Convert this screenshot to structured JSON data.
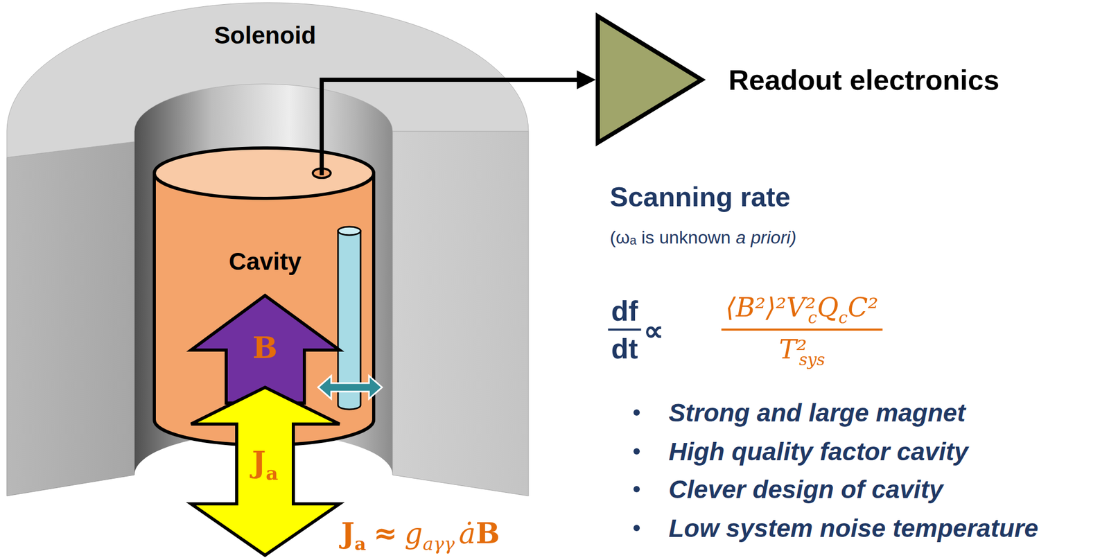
{
  "diagram": {
    "nodes": [
      {
        "text": [
          "Solenoid"
        ]
      },
      {
        "text": [
          "Cavity"
        ],
        "in": 0
      },
      {
        "text": [
          "B"
        ],
        "in": 1
      },
      {
        "text": [
          "J",
          "a"
        ],
        "in": 0
      },
      {
        "text": [
          "Readout electronics"
        ]
      }
    ],
    "edges": [
      {
        "from": 1,
        "to": 4,
        "arrow": "to"
      }
    ],
    "labels": [
      "Scanning rate",
      "(ωₐ is unknown",
      "a priori)",
      "df",
      "dt",
      "∝",
      "⟨B²⟩²V²",
      "c",
      "Q",
      "c",
      "C²",
      "T²",
      "sys",
      "Strong and large magnet",
      "High quality factor cavity",
      "Clever design of cavity",
      "Low system noise temperature",
      "J",
      "a",
      "≈",
      "g",
      "aγγ",
      "ȧ",
      "B"
    ]
  }
}
